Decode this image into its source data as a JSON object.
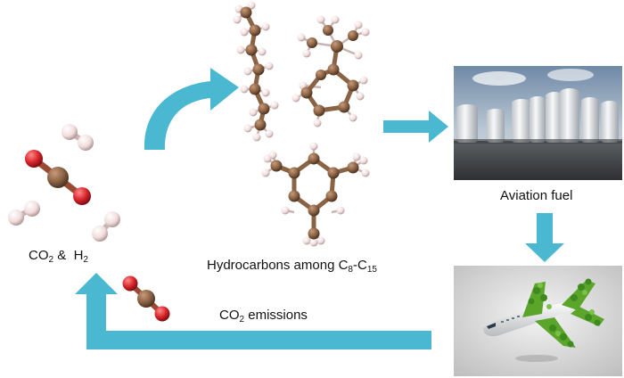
{
  "colors": {
    "arrow": "#4bb8d1",
    "carbon": "#8a6244",
    "oxygen": "#d8232a",
    "hydrogen": "#f0dcdc",
    "tank": "#e9ecef",
    "sky": "#8fa3b8",
    "plane_leaf": "#5aa52a"
  },
  "labels": {
    "reactants": {
      "main": "CO",
      "sub": "2",
      "rest": " &  H",
      "sub2": "2"
    },
    "hydrocarbons": {
      "main": "Hydrocarbons among C",
      "sub": "8",
      "dash": "-C",
      "sub2": "15"
    },
    "emissions": {
      "main": "CO",
      "sub": "2",
      "rest": " emissions"
    },
    "aviation_fuel": "Aviation fuel"
  },
  "icons": {
    "reactant_molecules": "co2-and-h2-molecules-icon",
    "product_molecules": "hydrocarbon-molecules-icon",
    "storage_tanks": "fuel-storage-tanks-photo",
    "aircraft": "green-leaf-airplane-photo",
    "emitted_co2": "co2-molecule-icon"
  }
}
